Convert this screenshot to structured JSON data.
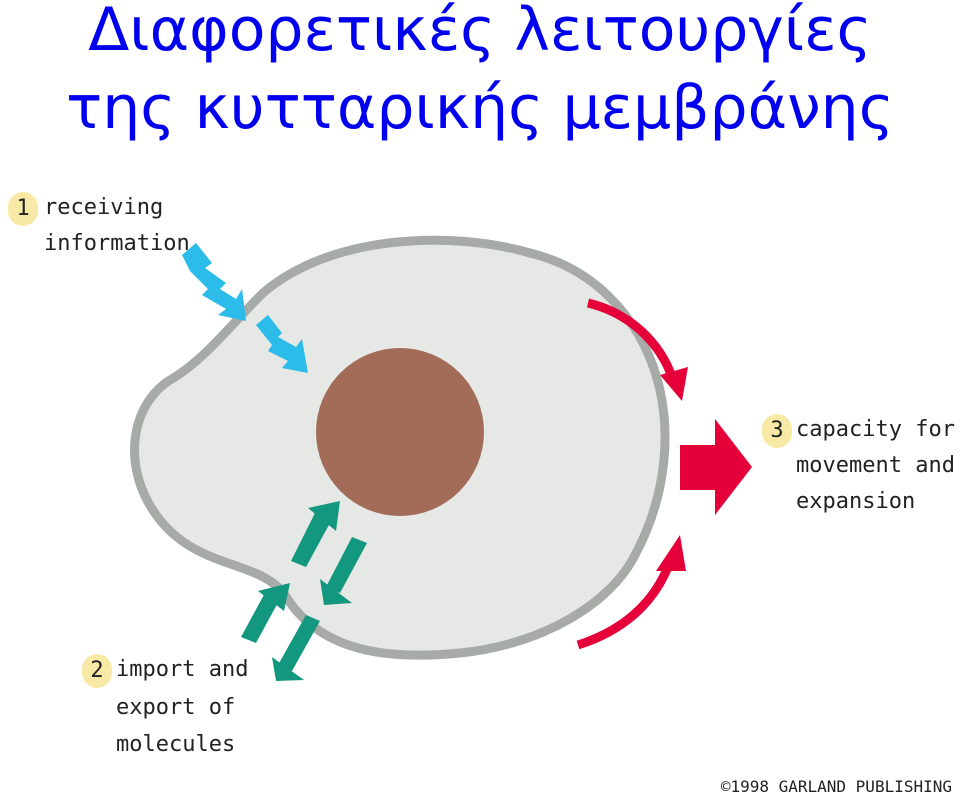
{
  "title": {
    "line1": "Διαφορετικές λειτουργίες",
    "line2": "της κυτταρικής μεμβράνης"
  },
  "labels": [
    {
      "number": "1",
      "lines": [
        "receiving",
        "information"
      ]
    },
    {
      "number": "2",
      "lines": [
        "import and",
        "export of",
        "molecules"
      ]
    },
    {
      "number": "3",
      "lines": [
        "capacity for",
        "movement and",
        "expansion"
      ]
    }
  ],
  "copyright": "©1998 GARLAND PUBLISHING",
  "colors": {
    "title": "#0000ee",
    "cell_fill": "#e6e8e6",
    "membrane": "#a7aba8",
    "nucleus": "#a36c58",
    "signal_arrows": "#2bbce9",
    "transport_arrows": "#13977f",
    "movement_arrows": "#e5003a",
    "badge": "#f8eaa6"
  }
}
